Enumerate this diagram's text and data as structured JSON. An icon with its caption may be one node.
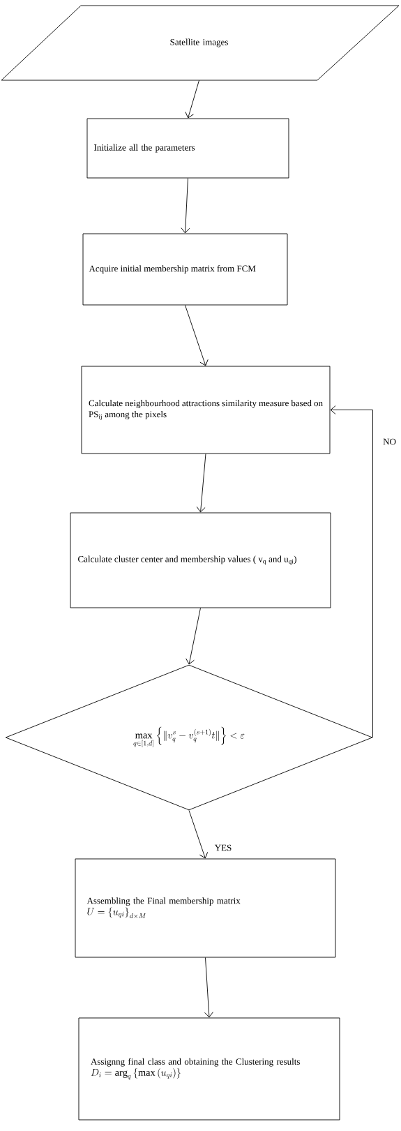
{
  "diagram": {
    "nodes": [
      {
        "text": [
          "Satellite images"
        ]
      },
      {
        "text": [
          "Initialize all the parameters"
        ]
      },
      {
        "text": [
          "Acquire initial membership matrix from FCM"
        ]
      },
      {
        "text": [
          "Calculate neighbourhood attractions similarity measure based on PS$_{ij}$ among the pixels"
        ]
      },
      {
        "text": [
          "Calculate cluster center and membership values ( v$_{q}$ and u$_{qi}$)"
        ]
      },
      {
        "text": [
          "\\max_{q\\in[1,d]}\\left\\{\\| v_q^{s}-v_q^{(s+1)}t \\|\\right\\}<\\varepsilon"
        ]
      },
      {
        "text": [
          "Assembling the Final membership matrix",
          "U=\\left\\{u_{qi}\\right\\}_{d\\times M}"
        ]
      },
      {
        "text": [
          "Assignng final class and obtaining the Clustering results",
          "D_i=\\arg_q\\left\\{\\max\\left(u_{qi}\\right)\\right\\}"
        ]
      }
    ],
    "edges": [
      {
        "from": 0,
        "to": 1,
        "arrow": "to"
      },
      {
        "from": 1,
        "to": 2,
        "arrow": "to"
      },
      {
        "from": 2,
        "to": 3,
        "arrow": "to"
      },
      {
        "from": 3,
        "to": 4,
        "arrow": "to"
      },
      {
        "from": 4,
        "to": 5,
        "arrow": "to"
      },
      {
        "from": 5,
        "to": 3,
        "arrow": "to",
        "label": "NO"
      },
      {
        "from": 5,
        "to": 6,
        "arrow": "to",
        "label": "YES"
      },
      {
        "from": 6,
        "to": 7,
        "arrow": "to"
      }
    ]
  }
}
